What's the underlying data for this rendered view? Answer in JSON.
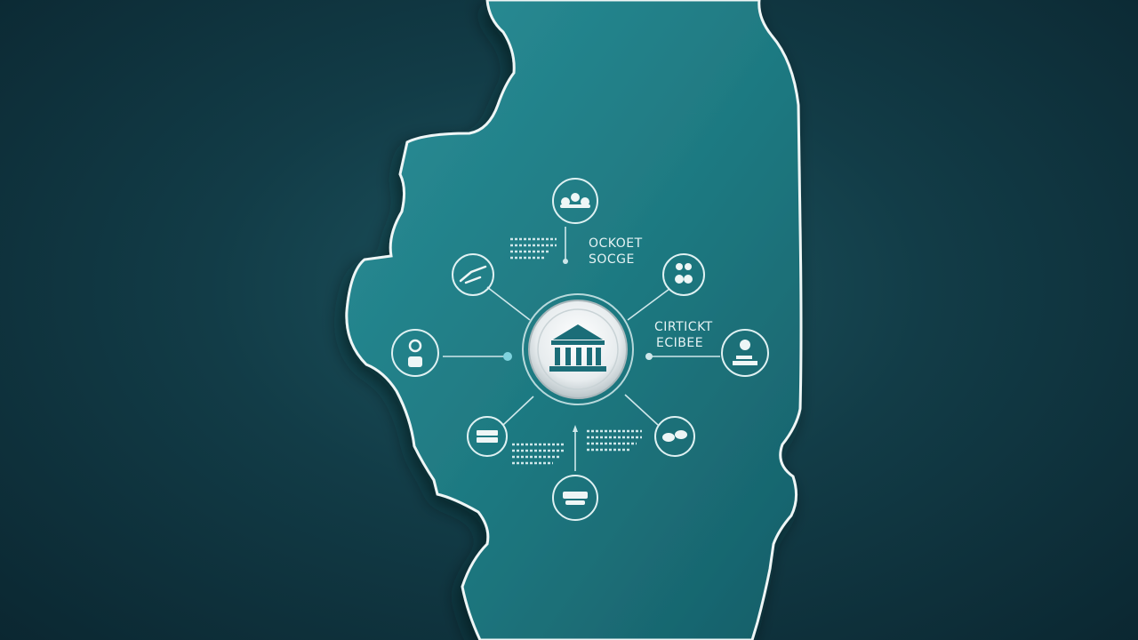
{
  "colors": {
    "background": "#0f3440",
    "map_fill": "#1e7a83",
    "map_outline": "#eef6f6",
    "connector": "#cfe7ea",
    "node_ring": "#dff1f2",
    "hub_inner": "#f2f5f6",
    "hub_icon": "#1b6d78",
    "accent_dot": "#7fd3de"
  },
  "hub": {
    "icon": "bank-building-icon"
  },
  "nodes": [
    {
      "id": "top",
      "icon": "coins-icon"
    },
    {
      "id": "upper-left",
      "icon": "handshake-icon"
    },
    {
      "id": "upper-right",
      "icon": "people-icon"
    },
    {
      "id": "left",
      "icon": "money-bag-icon"
    },
    {
      "id": "right",
      "icon": "hand-money-icon"
    },
    {
      "id": "lower-left",
      "icon": "cash-icon"
    },
    {
      "id": "lower-right",
      "icon": "coins-stack-icon"
    },
    {
      "id": "bottom",
      "icon": "cash-bundle-icon"
    }
  ],
  "labels": {
    "top": {
      "line1": "OCKOET",
      "line2": "SOCGE"
    },
    "right": {
      "line1": "CIRTICKT",
      "line2": "ECIBEE"
    }
  }
}
